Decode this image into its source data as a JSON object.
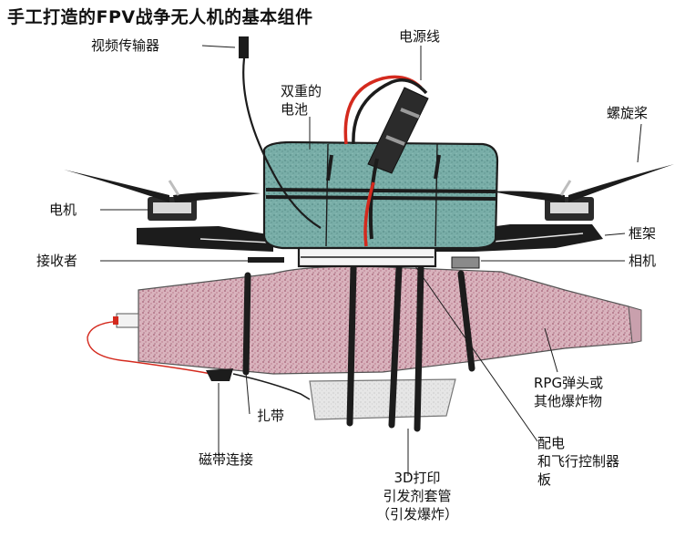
{
  "title": "手工打造的FPV战争无人机的基本组件",
  "labels": {
    "video_transmitter": "视频传输器",
    "power_cable": "电源线",
    "dual_battery_line1": "双重的",
    "dual_battery_line2": "电池",
    "propeller": "螺旋桨",
    "motor": "电机",
    "frame": "框架",
    "receiver": "接收者",
    "camera": "相机",
    "rpg_line1": "RPG弹头或",
    "rpg_line2": "其他爆炸物",
    "zip_tie": "扎带",
    "magnetic_connector": "磁带连接",
    "pdb_line1": "配电",
    "pdb_line2": "和飞行控制器",
    "pdb_line3": "板",
    "fuse_line1": "3D打印",
    "fuse_line2": "引发剂套管",
    "fuse_line3": "（引发爆炸）"
  },
  "colors": {
    "battery": "#6fa7a1",
    "warhead": "#c99aa8",
    "power_wire": "#d42a1e",
    "dark": "#1c1c1c"
  }
}
